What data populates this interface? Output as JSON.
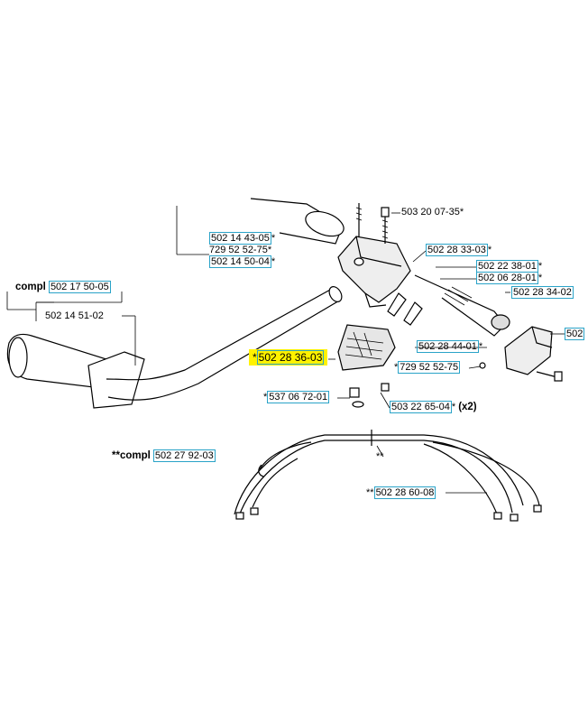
{
  "labels": {
    "p_502_14_43_05": "502 14 43-05",
    "p_729_52_52_75_a": "729 52 52-75",
    "p_502_14_50_04": "502 14 50-04",
    "p_503_20_07_35": "503 20 07-35",
    "p_502_28_33_03": "502 28 33-03",
    "p_502_22_38_01": "502 22 38-01",
    "p_502_06_28_01": "502 06 28-01",
    "p_502_28_34_02": "502 28 34-02",
    "p_502_partial": "502",
    "compl_1": "compl",
    "p_502_17_50_05": "502 17 50-05",
    "p_502_14_51_02": "502 14 51-02",
    "p_502_28_36_03": "502 28 36-03",
    "p_502_28_44_01": "502 28 44-01",
    "p_729_52_52_75_b": "729 52 52-75",
    "p_537_06_72_01": "537 06 72-01",
    "p_503_22_65_04": "503 22 65-04",
    "x2": "(x2)",
    "compl_2": "**compl",
    "p_502_27_92_03": "502 27 92-03",
    "double_star": "**",
    "p_502_28_60_08": "502 28 60-08",
    "star": "*"
  },
  "colors": {
    "part_border": "#2aa3c8",
    "highlight": "#fff200",
    "line": "#000000"
  }
}
